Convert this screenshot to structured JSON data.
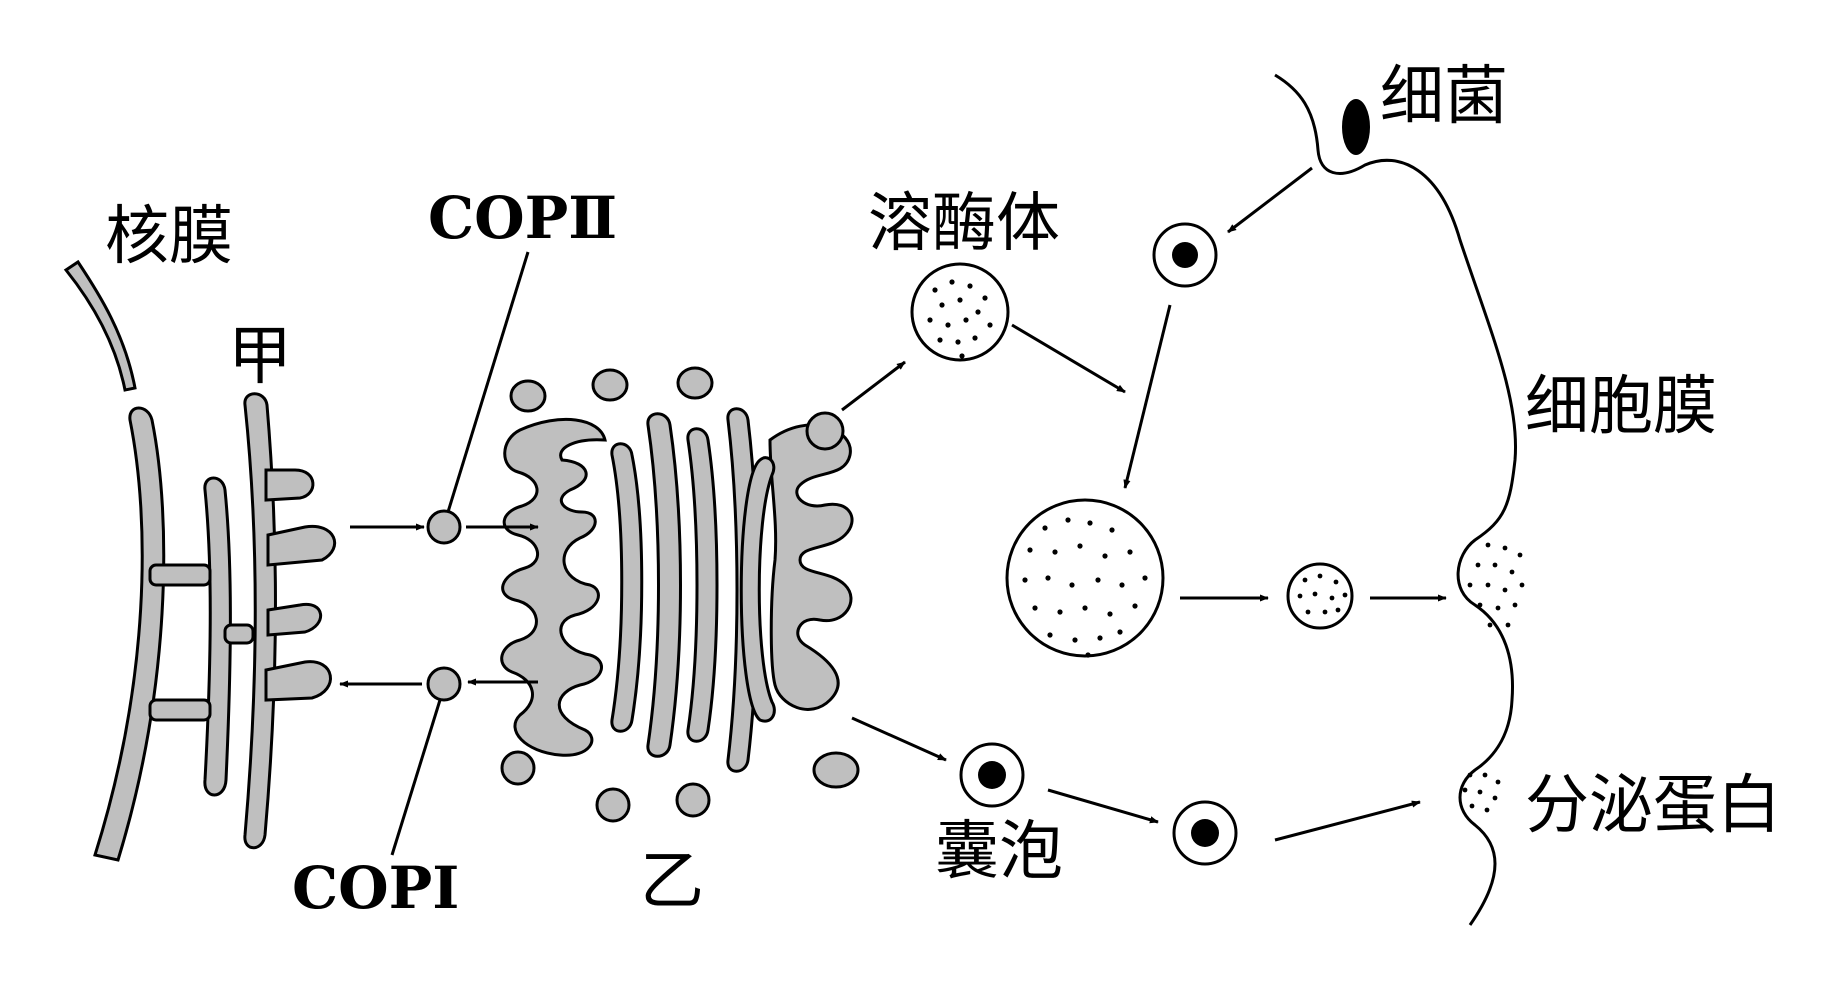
{
  "labels": {
    "nuclear_membrane": "核膜",
    "jia": "甲",
    "yi": "乙",
    "cop2": "COPⅡ",
    "cop1": "COPⅠ",
    "lysosome": "溶酶体",
    "bacteria": "细菌",
    "cell_membrane": "细胞膜",
    "vesicle": "囊泡",
    "secreted_protein": "分泌蛋白"
  },
  "colors": {
    "organelle_fill": "#bfbfbf",
    "stroke": "#000000",
    "background": "#ffffff"
  }
}
